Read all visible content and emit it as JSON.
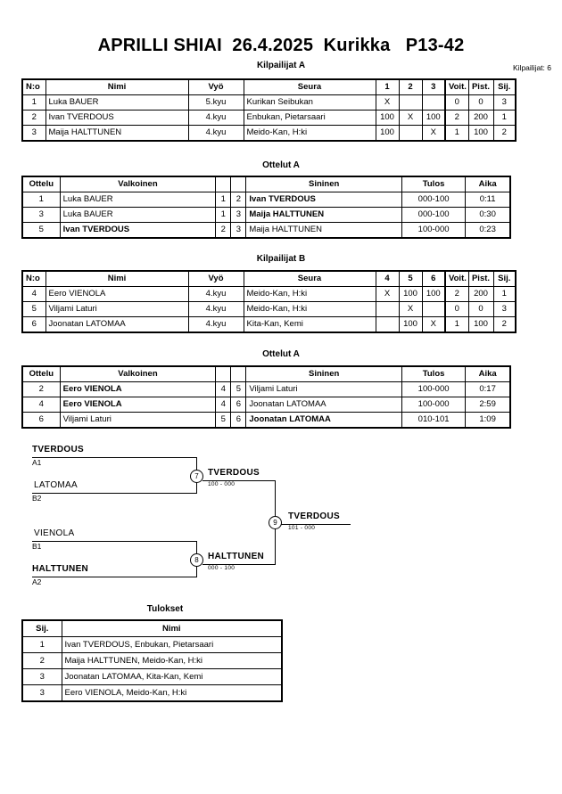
{
  "header": {
    "title": "APRILLI SHIAI  26.4.2025  Kurikka   P13-42",
    "entrants": "Kilpailijat: 6"
  },
  "pool_a": {
    "title": "Kilpailijat A",
    "columns": [
      "N:o",
      "Nimi",
      "Vyö",
      "Seura",
      "1",
      "2",
      "3",
      "Voit.",
      "Pist.",
      "Sij."
    ],
    "rows": [
      {
        "no": "1",
        "name": "Luka BAUER",
        "grade": "5.kyu",
        "club": "Kurikan Seibukan",
        "m1": "X",
        "m2": "",
        "m3": "",
        "wins": "0",
        "points": "0",
        "rank": "3"
      },
      {
        "no": "2",
        "name": "Ivan TVERDOUS",
        "grade": "4.kyu",
        "club": "Enbukan, Pietarsaari",
        "m1": "100",
        "m2": "X",
        "m3": "100",
        "wins": "2",
        "points": "200",
        "rank": "1"
      },
      {
        "no": "3",
        "name": "Maija HALTTUNEN",
        "grade": "4.kyu",
        "club": "Meido-Kan, H:ki",
        "m1": "100",
        "m2": "",
        "m3": "X",
        "wins": "1",
        "points": "100",
        "rank": "2"
      }
    ]
  },
  "matches_a": {
    "title": "Ottelut A",
    "columns": [
      "Ottelu",
      "Valkoinen",
      "",
      "",
      "Sininen",
      "Tulos",
      "Aika"
    ],
    "rows": [
      {
        "no": "1",
        "white": "Luka BAUER",
        "white_bold": false,
        "wn": "1",
        "bn": "2",
        "blue": "Ivan TVERDOUS",
        "blue_bold": true,
        "result": "000-100",
        "time": "0:11"
      },
      {
        "no": "3",
        "white": "Luka BAUER",
        "white_bold": false,
        "wn": "1",
        "bn": "3",
        "blue": "Maija HALTTUNEN",
        "blue_bold": true,
        "result": "000-100",
        "time": "0:30"
      },
      {
        "no": "5",
        "white": "Ivan TVERDOUS",
        "white_bold": true,
        "wn": "2",
        "bn": "3",
        "blue": "Maija HALTTUNEN",
        "blue_bold": false,
        "result": "100-000",
        "time": "0:23"
      }
    ]
  },
  "pool_b": {
    "title": "Kilpailijat B",
    "columns": [
      "N:o",
      "Nimi",
      "Vyö",
      "Seura",
      "4",
      "5",
      "6",
      "Voit.",
      "Pist.",
      "Sij."
    ],
    "rows": [
      {
        "no": "4",
        "name": "Eero VIENOLA",
        "grade": "4.kyu",
        "club": "Meido-Kan, H:ki",
        "m1": "X",
        "m2": "100",
        "m3": "100",
        "wins": "2",
        "points": "200",
        "rank": "1"
      },
      {
        "no": "5",
        "name": "Viljami Laturi",
        "grade": "4.kyu",
        "club": "Meido-Kan, H:ki",
        "m1": "",
        "m2": "X",
        "m3": "",
        "wins": "0",
        "points": "0",
        "rank": "3"
      },
      {
        "no": "6",
        "name": "Joonatan LATOMAA",
        "grade": "4.kyu",
        "club": "Kita-Kan, Kemi",
        "m1": "",
        "m2": "100",
        "m3": "X",
        "wins": "1",
        "points": "100",
        "rank": "2"
      }
    ]
  },
  "matches_b": {
    "title": "Ottelut A",
    "columns": [
      "Ottelu",
      "Valkoinen",
      "",
      "",
      "Sininen",
      "Tulos",
      "Aika"
    ],
    "rows": [
      {
        "no": "2",
        "white": "Eero VIENOLA",
        "white_bold": true,
        "wn": "4",
        "bn": "5",
        "blue": "Viljami Laturi",
        "blue_bold": false,
        "result": "100-000",
        "time": "0:17"
      },
      {
        "no": "4",
        "white": "Eero VIENOLA",
        "white_bold": true,
        "wn": "4",
        "bn": "6",
        "blue": "Joonatan LATOMAA",
        "blue_bold": false,
        "result": "100-000",
        "time": "2:59"
      },
      {
        "no": "6",
        "white": "Viljami Laturi",
        "white_bold": false,
        "wn": "5",
        "bn": "6",
        "blue": "Joonatan LATOMAA",
        "blue_bold": true,
        "result": "010-101",
        "time": "1:09"
      }
    ]
  },
  "bracket": {
    "entries": [
      {
        "name": "TVERDOUS",
        "seed": "A1",
        "bold": true
      },
      {
        "name": "LATOMAA",
        "seed": "B2",
        "bold": false
      },
      {
        "name": "VIENOLA",
        "seed": "B1",
        "bold": false
      },
      {
        "name": "HALTTUNEN",
        "seed": "A2",
        "bold": true
      }
    ],
    "semifinals": [
      {
        "match_no": "7",
        "winner": "TVERDOUS",
        "score": "100 - 000"
      },
      {
        "match_no": "8",
        "winner": "HALTTUNEN",
        "score": "000 - 100"
      }
    ],
    "final": {
      "match_no": "9",
      "winner": "TVERDOUS",
      "score": "101 - 000"
    }
  },
  "results": {
    "title": "Tulokset",
    "columns": [
      "Sij.",
      "Nimi"
    ],
    "rows": [
      {
        "rank": "1",
        "name": "Ivan TVERDOUS, Enbukan, Pietarsaari"
      },
      {
        "rank": "2",
        "name": "Maija HALTTUNEN, Meido-Kan, H:ki"
      },
      {
        "rank": "3",
        "name": "Joonatan LATOMAA, Kita-Kan, Kemi"
      },
      {
        "rank": "3",
        "name": "Eero VIENOLA, Meido-Kan, H:ki"
      }
    ]
  }
}
